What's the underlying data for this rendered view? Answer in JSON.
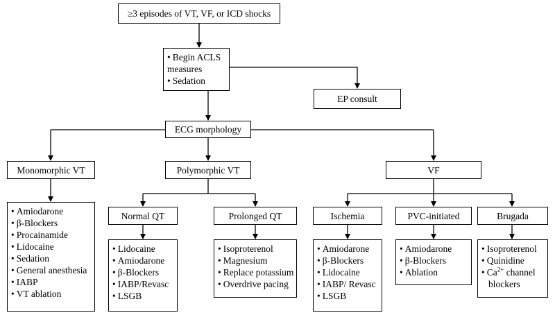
{
  "nodes": {
    "start": {
      "label": "≥3 episodes of VT, VF, or ICD shocks"
    },
    "acls": {
      "items": [
        "Begin ACLS measures",
        "Sedation"
      ]
    },
    "ep_consult": {
      "label": "EP consult"
    },
    "ecg": {
      "label": "ECG morphology"
    },
    "mono": {
      "label": "Monomorphic VT",
      "items": [
        "Amiodarone",
        "β-Blockers",
        "Procainamide",
        "Lidocaine",
        "Sedation",
        "General anesthesia",
        "IABP",
        "VT ablation"
      ]
    },
    "poly": {
      "label": "Polymorphic VT"
    },
    "vf": {
      "label": "VF"
    },
    "normal_qt": {
      "label": "Normal QT",
      "items": [
        "Lidocaine",
        "Amiodarone",
        "β-Blockers",
        "IABP/Revasc",
        "LSGB"
      ]
    },
    "prolonged_qt": {
      "label": "Prolonged QT",
      "items": [
        "Isoproterenol",
        "Magnesium",
        "Replace potassium",
        "Overdrive pacing"
      ]
    },
    "ischemia": {
      "label": "Ischemia",
      "items": [
        "Amiodarone",
        "β-Blockers",
        "Lidocaine",
        "IABP/ Revasc",
        "LSGB"
      ]
    },
    "pvc": {
      "label": "PVC-initiated",
      "items": [
        "Amiodarone",
        "β-Blockers",
        "Ablation"
      ]
    },
    "brugada": {
      "label": "Brugada",
      "items": [
        "Isoproterenol",
        "Quinidine"
      ],
      "ca_item": {
        "pre": "Ca",
        "sup": "2+",
        "post": " channel",
        "line2": "blockers"
      }
    }
  }
}
